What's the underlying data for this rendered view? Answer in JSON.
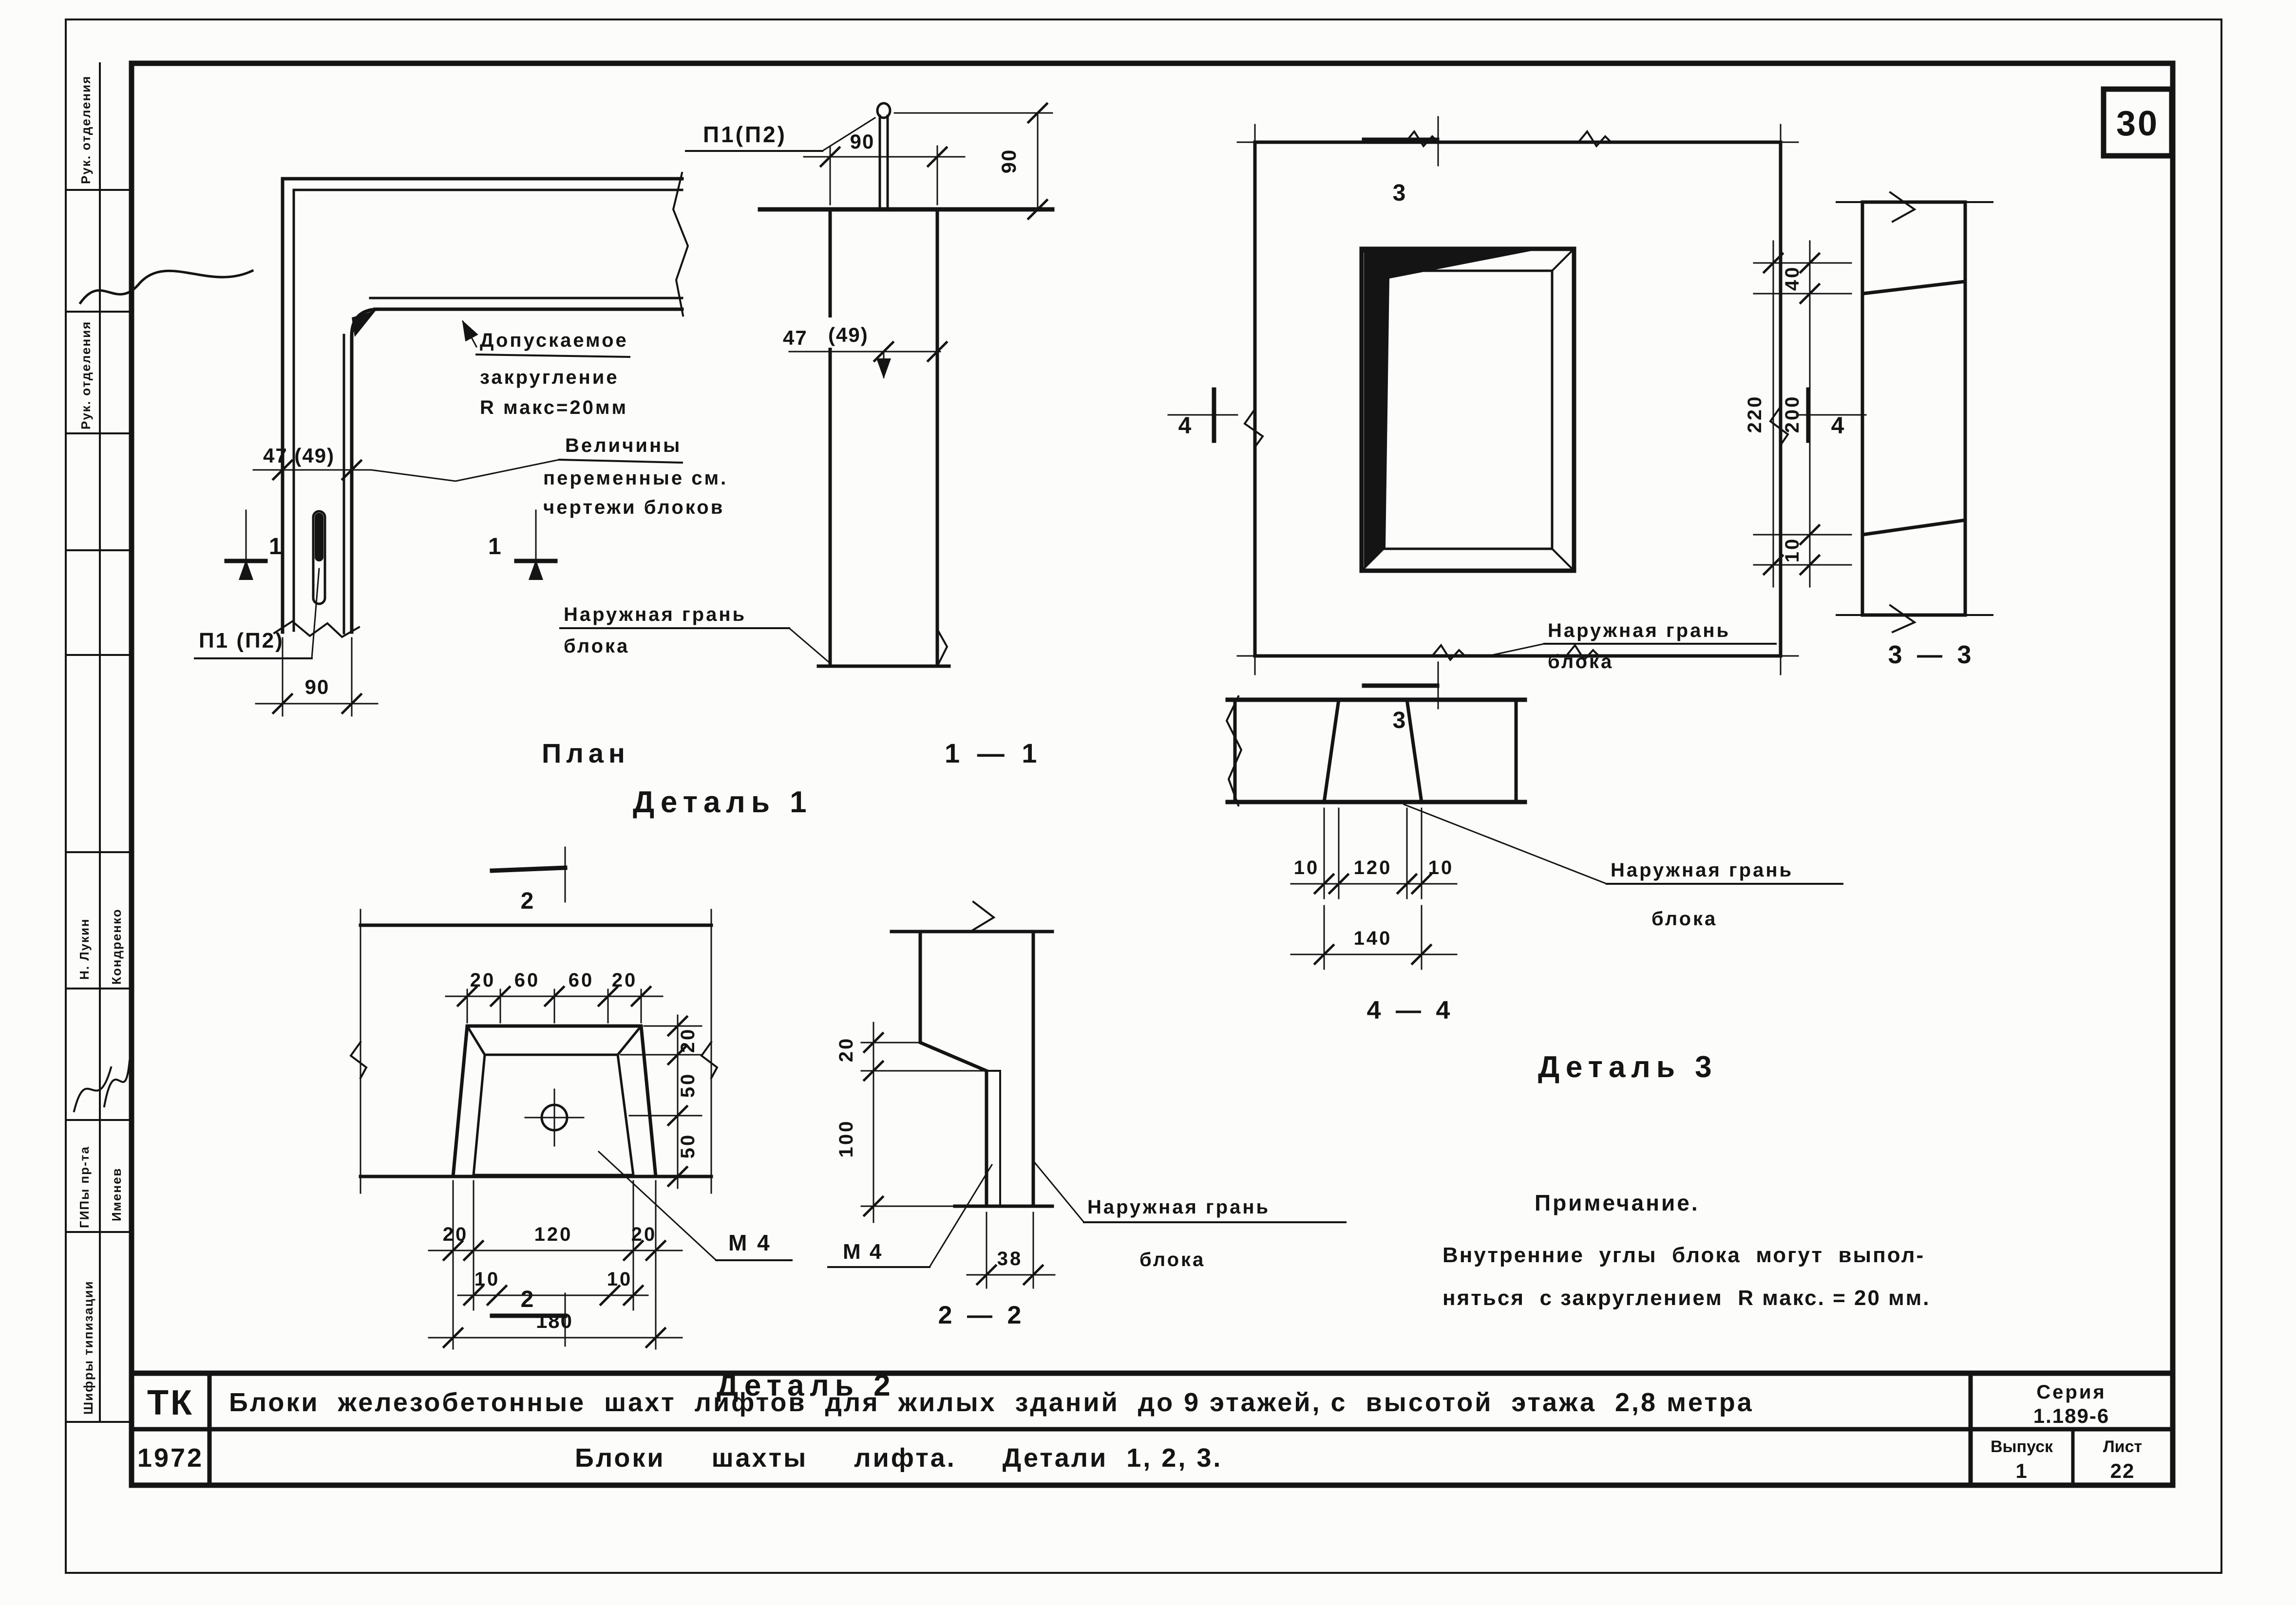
{
  "sheet": {
    "page_number": "30"
  },
  "stamp": {
    "row1": "Рук. отделения",
    "row2": "Рук. отделения",
    "name1": "Н. Лукин",
    "name2": "Кондренко",
    "label_gip": "ГИПы пр-та",
    "name3": "Именев",
    "codes": "Шифры типизации"
  },
  "detail1": {
    "plan_title": "План",
    "title": "Деталь 1",
    "section_title": "1 — 1",
    "cut_number": "1",
    "pin_label_plan": "П1 (П2)",
    "pin_label_section": "П1(П2)",
    "dim_wall_offset": "47 (49)",
    "dim_47": "47",
    "dim_49": "(49)",
    "dim_90_plan": "90",
    "dim_90_width": "90",
    "dim_90_height": "90",
    "note_fillet_l1": "Допускаемое",
    "note_fillet_l2": "закругление",
    "note_fillet_l3": "R макс=20мм",
    "note_var_l1": "Величины",
    "note_var_l2": "переменные см.",
    "note_var_l3": "чертежи блоков",
    "outer_face_l1": "Наружная грань",
    "outer_face_l2": "блока"
  },
  "detail3": {
    "title": "Деталь 3",
    "section33_title": "3 — 3",
    "section44_title": "4 — 4",
    "cut3": "3",
    "cut4": "4",
    "dim_40": "40",
    "dim_220": "220",
    "dim_200": "200",
    "dim_10": "10",
    "dim44_10a": "10",
    "dim44_120": "120",
    "dim44_10b": "10",
    "dim44_140": "140",
    "outer_face_plan_l1": "Наружная грань",
    "outer_face_plan_l2": "блока",
    "outer_face_44_l1": "Наружная грань",
    "outer_face_44_l2": "блока"
  },
  "detail2": {
    "title": "Деталь 2",
    "section_title": "2 — 2",
    "cut_number": "2",
    "dim_top": [
      "20",
      "60",
      "60",
      "20"
    ],
    "dim_right": [
      "20",
      "50",
      "50"
    ],
    "dim_bot1": [
      "20",
      "120",
      "20"
    ],
    "dim_bot2": [
      "10",
      "10"
    ],
    "dim_total": "180",
    "m4_plan": "М 4",
    "sec_dim_20": "20",
    "sec_dim_100": "100",
    "sec_m4": "М 4",
    "sec_dim_38": "38",
    "sec_outer_l1": "Наружная грань",
    "sec_outer_l2": "блока"
  },
  "note": {
    "heading": "Примечание.",
    "line1": "Внутренние  углы  блока  могут  выпол-",
    "line2": "няться  с закруглением  R макс. = 20 мм."
  },
  "titleblock": {
    "org_code": "ТК",
    "year": "1972",
    "title_row1": "Блоки  железобетонные  шахт  лифтов  для  жилых  зданий  до 9 этажей, с  высотой  этажа  2,8 метра",
    "title_row2": "Блоки     шахты     лифта.     Детали  1, 2, 3.",
    "series_label": "Серия",
    "series_value": "1.189-6",
    "issue_label": "Выпуск",
    "issue_value": "1",
    "sheet_label": "Лист",
    "sheet_value": "22"
  }
}
